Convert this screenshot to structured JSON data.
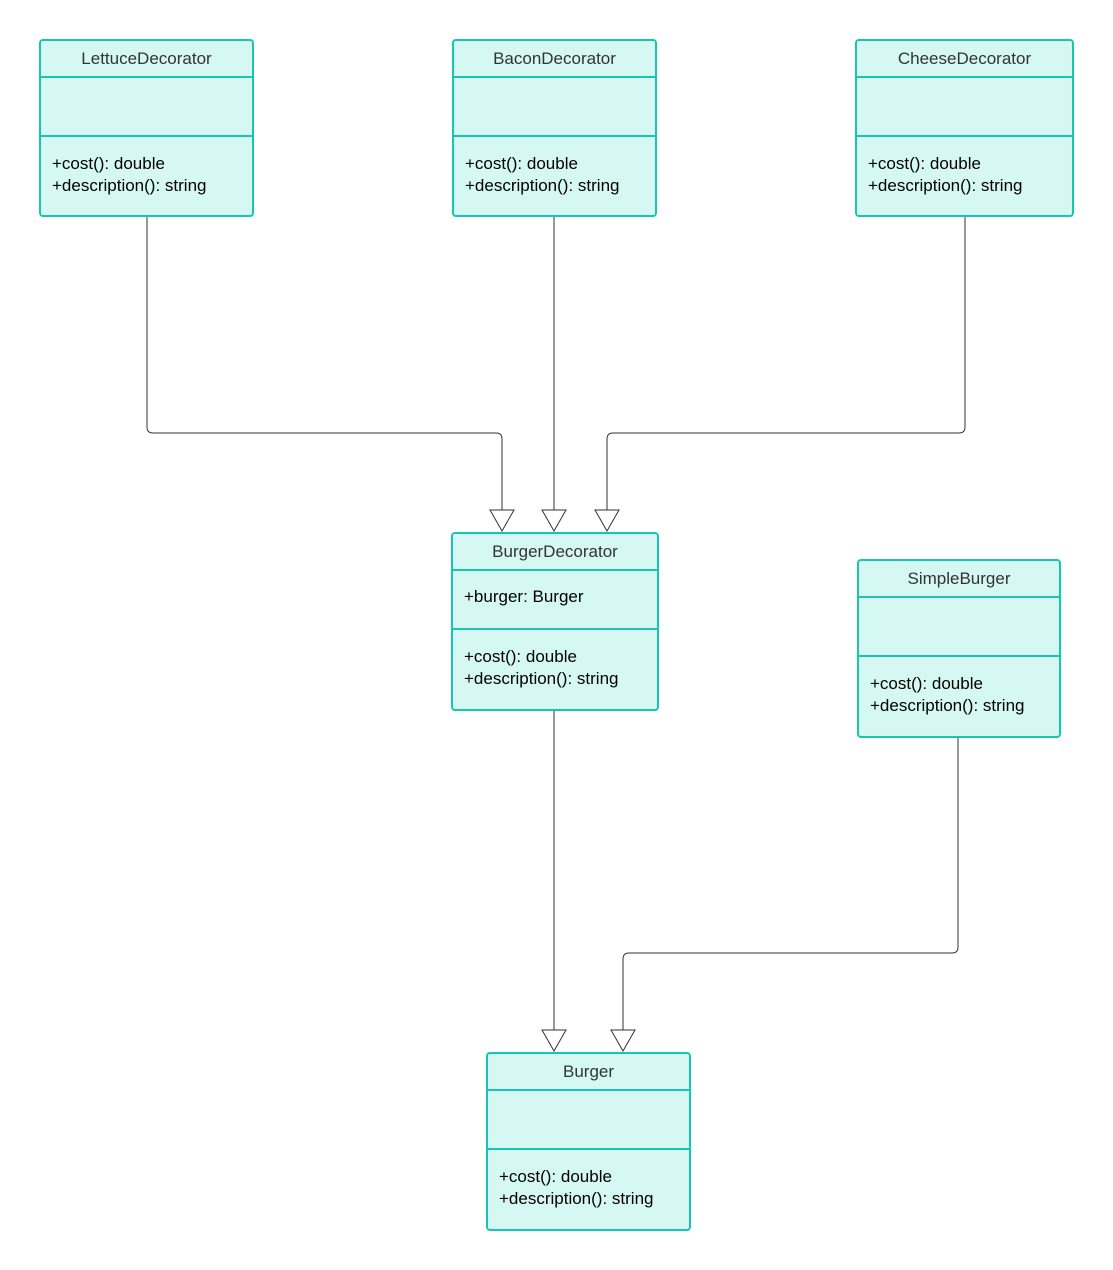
{
  "diagram": {
    "classes": {
      "lettuce": {
        "name": "LettuceDecorator",
        "attributes": [],
        "operations": [
          "+cost(): double",
          "+description(): string"
        ]
      },
      "bacon": {
        "name": "BaconDecorator",
        "attributes": [],
        "operations": [
          "+cost(): double",
          "+description(): string"
        ]
      },
      "cheese": {
        "name": "CheeseDecorator",
        "attributes": [],
        "operations": [
          "+cost(): double",
          "+description(): string"
        ]
      },
      "burger_decorator": {
        "name": "BurgerDecorator",
        "attributes": [
          "+burger: Burger"
        ],
        "operations": [
          "+cost(): double",
          "+description(): string"
        ]
      },
      "simple_burger": {
        "name": "SimpleBurger",
        "attributes": [],
        "operations": [
          "+cost(): double",
          "+description(): string"
        ]
      },
      "burger": {
        "name": "Burger",
        "attributes": [],
        "operations": [
          "+cost(): double",
          "+description(): string"
        ]
      }
    },
    "relations": [
      {
        "from": "LettuceDecorator",
        "to": "BurgerDecorator",
        "type": "generalization"
      },
      {
        "from": "BaconDecorator",
        "to": "BurgerDecorator",
        "type": "generalization"
      },
      {
        "from": "CheeseDecorator",
        "to": "BurgerDecorator",
        "type": "generalization"
      },
      {
        "from": "BurgerDecorator",
        "to": "Burger",
        "type": "generalization"
      },
      {
        "from": "SimpleBurger",
        "to": "Burger",
        "type": "generalization"
      }
    ],
    "colors": {
      "box_fill": "#d5f8f2",
      "box_border": "#17c6b1",
      "connector": "#333333",
      "name_text": "#333333",
      "member_text": "#000000"
    }
  }
}
